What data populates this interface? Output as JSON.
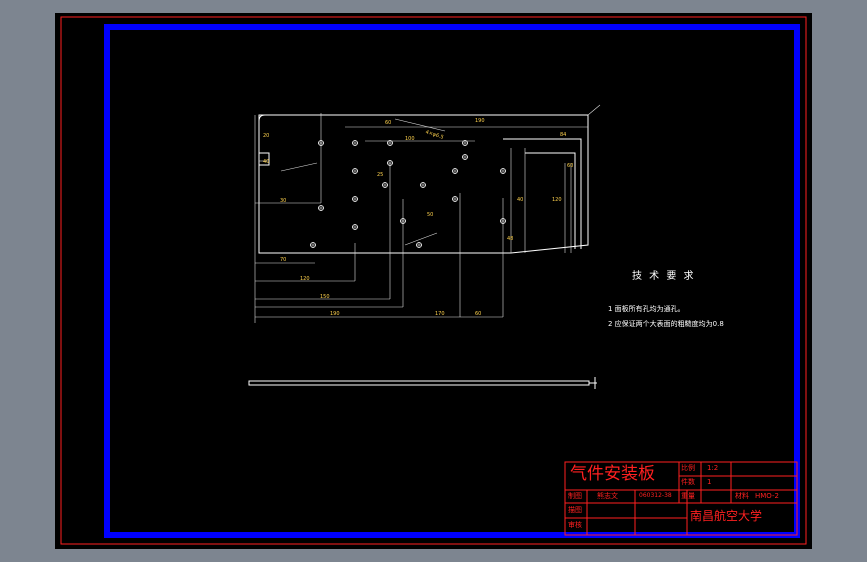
{
  "drawing": {
    "technical_requirements": {
      "heading": "技 术 要 求",
      "items": [
        "1  面板所有孔均为通孔。",
        "2  应保证两个大表面的粗糙度均为0.8"
      ]
    },
    "dimensions": {
      "top_overall": "190",
      "top_a": "60",
      "top_b": "100",
      "top_c": "84",
      "left_a": "20",
      "left_b": "30",
      "left_c": "40",
      "bottom_a": "70",
      "bottom_b": "120",
      "bottom_c": "150",
      "bottom_d": "190",
      "bottom_e": "170",
      "bottom_f": "60",
      "right_a": "60",
      "right_b": "40",
      "right_c": "120",
      "inner_a": "50",
      "inner_b": "25",
      "inner_c": "48"
    },
    "hole_note": "4×φ6.5",
    "title_block": {
      "title": "气件安装板",
      "scale_label": "比例",
      "scale_value": "1:2",
      "qty_label": "件数",
      "qty_value": "1",
      "weight_label": "重量",
      "material_label": "材料",
      "material_value": "HMO-2",
      "drawn_label": "制图",
      "drawn_name": "熊志文",
      "drawn_id": "060312-38",
      "designer_label": "描图",
      "reviewer_label": "审核",
      "school": "南昌航空大学"
    }
  }
}
